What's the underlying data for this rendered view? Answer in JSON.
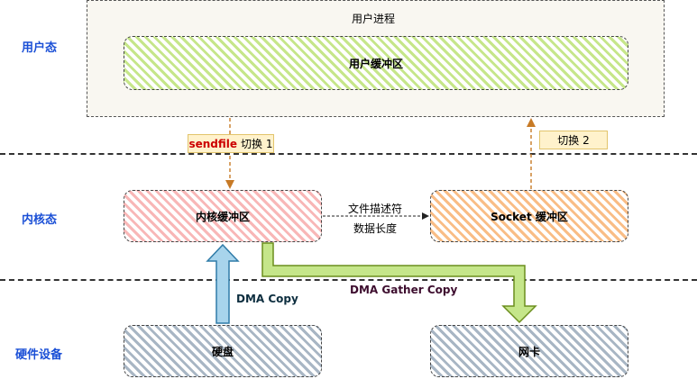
{
  "layers": {
    "user": "用户态",
    "kernel": "内核态",
    "hardware": "硬件设备"
  },
  "user_process": {
    "title": "用户进程",
    "buffer": "用户缓冲区"
  },
  "kernel_buffer": "内核缓冲区",
  "socket_buffer": "Socket 缓冲区",
  "disk": "硬盘",
  "nic": "网卡",
  "switch1": {
    "keyword": "sendfile",
    "label": "切换 1"
  },
  "switch2": "切换 2",
  "descriptor_note": {
    "line1": "文件描述符",
    "line2": "数据长度"
  },
  "dma_copy": "DMA Copy",
  "dma_gather_copy": "DMA Gather Copy",
  "colors": {
    "layer_label": "#1a4fd6",
    "sendfile_keyword": "#cc0000",
    "dma_copy_arrow": "#a8d4ec",
    "dma_gather_arrow": "#c5e68a",
    "switch_arrow": "#c77a26",
    "gather_text": "#3d0d2e",
    "dma_copy_text": "#0d2e3f"
  }
}
